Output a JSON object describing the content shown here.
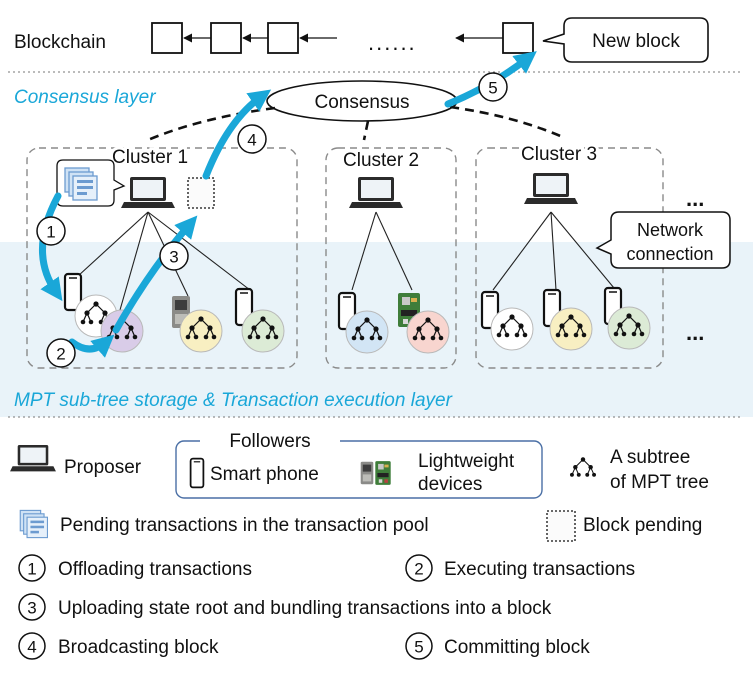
{
  "chain": {
    "title": "Blockchain",
    "ellipsis": "......",
    "new_block": "New block"
  },
  "layers": {
    "consensus": "Consensus layer",
    "execution": "MPT sub-tree storage & Transaction execution layer"
  },
  "consensus_label": "Consensus",
  "clusters": [
    {
      "name": "Cluster 1"
    },
    {
      "name": "Cluster 2"
    },
    {
      "name": "Cluster 3"
    }
  ],
  "more_marker": "...",
  "network_callout": [
    "Network",
    "connection"
  ],
  "step_numbers": [
    "1",
    "2",
    "3",
    "4",
    "5"
  ],
  "legend": {
    "proposer": "Proposer",
    "followers_title": "Followers",
    "smart_phone": "Smart phone",
    "lightweight": [
      "Lightweight",
      "devices"
    ],
    "subtree": [
      "A subtree",
      "of MPT tree"
    ],
    "pending_tx": "Pending transactions in the transaction pool",
    "block_pending": "Block pending",
    "steps": [
      {
        "num": "1",
        "text": "Offloading transactions"
      },
      {
        "num": "2",
        "text": "Executing transactions"
      },
      {
        "num": "3",
        "text": "Uploading state root and bundling transactions into a block"
      },
      {
        "num": "4",
        "text": "Broadcasting block"
      },
      {
        "num": "5",
        "text": "Committing block"
      }
    ]
  },
  "colors": {
    "accent": "#1aa7d8",
    "layer_band": "#e9f3f9",
    "subtree_fills": [
      "#ffffff",
      "#d9cce8",
      "#f8efc2",
      "#dcebd6",
      "#d2e5f5",
      "#f8d5cf"
    ]
  }
}
